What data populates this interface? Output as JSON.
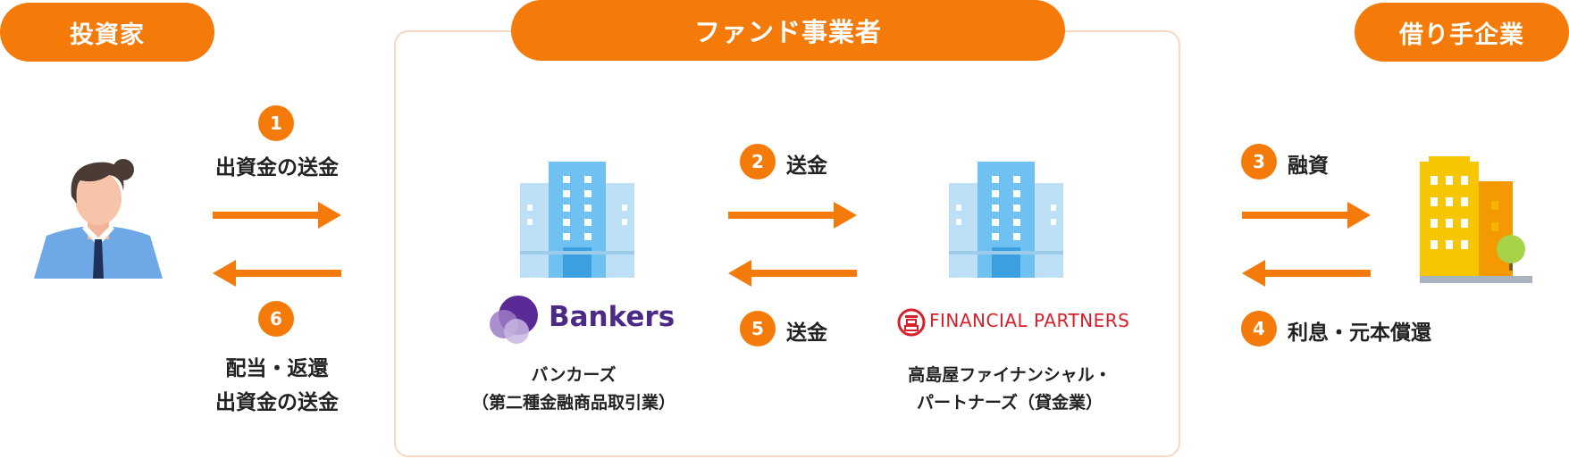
{
  "headers": {
    "investor": "投資家",
    "fund_operator": "ファンド事業者",
    "borrower": "借り手企業"
  },
  "steps": {
    "s1": {
      "num": "1",
      "label": "出資金の送金"
    },
    "s2": {
      "num": "2",
      "label": "送金"
    },
    "s3": {
      "num": "3",
      "label": "融資"
    },
    "s4": {
      "num": "4",
      "label": "利息・元本償還"
    },
    "s5": {
      "num": "5",
      "label": "送金"
    },
    "s6": {
      "num": "6",
      "label_line1": "配当・返還",
      "label_line2": "出資金の送金"
    }
  },
  "entities": {
    "bankers": {
      "logo_text": "Bankers",
      "caption_line1": "バンカーズ",
      "caption_line2": "（第二種金融商品取引業）"
    },
    "takashimaya": {
      "logo_text": "FINANCIAL PARTNERS",
      "caption_line1": "高島屋ファイナンシャル・",
      "caption_line2": "パートナーズ（貸金業）"
    }
  },
  "colors": {
    "accent": "#F47A0A",
    "bankers_purple": "#4B2A86",
    "financial_partners_red": "#D7202B",
    "building_blue": "#6EC1F0",
    "borrower_building_yellow": "#F7C600"
  },
  "icons": {
    "investor": "businessman-icon",
    "bankers_building": "office-building-icon",
    "fp_building": "office-building-icon",
    "borrower_building": "company-building-icon"
  }
}
